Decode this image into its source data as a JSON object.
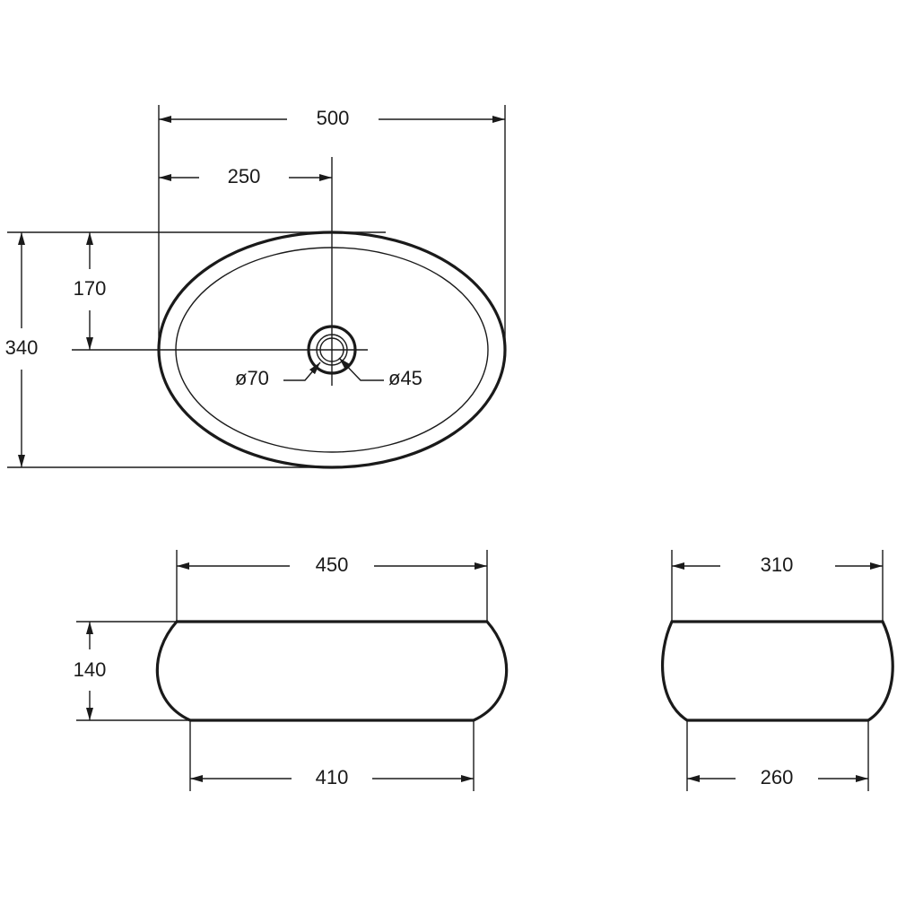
{
  "top_view": {
    "overall_width": "500",
    "half_width": "250",
    "half_depth": "170",
    "overall_depth": "340",
    "outlet_outer_diameter": "ø70",
    "outlet_inner_diameter": "ø45"
  },
  "front_view": {
    "top_width": "450",
    "height": "140",
    "bottom_width": "410"
  },
  "side_view": {
    "top_width": "310",
    "bottom_width": "260"
  }
}
